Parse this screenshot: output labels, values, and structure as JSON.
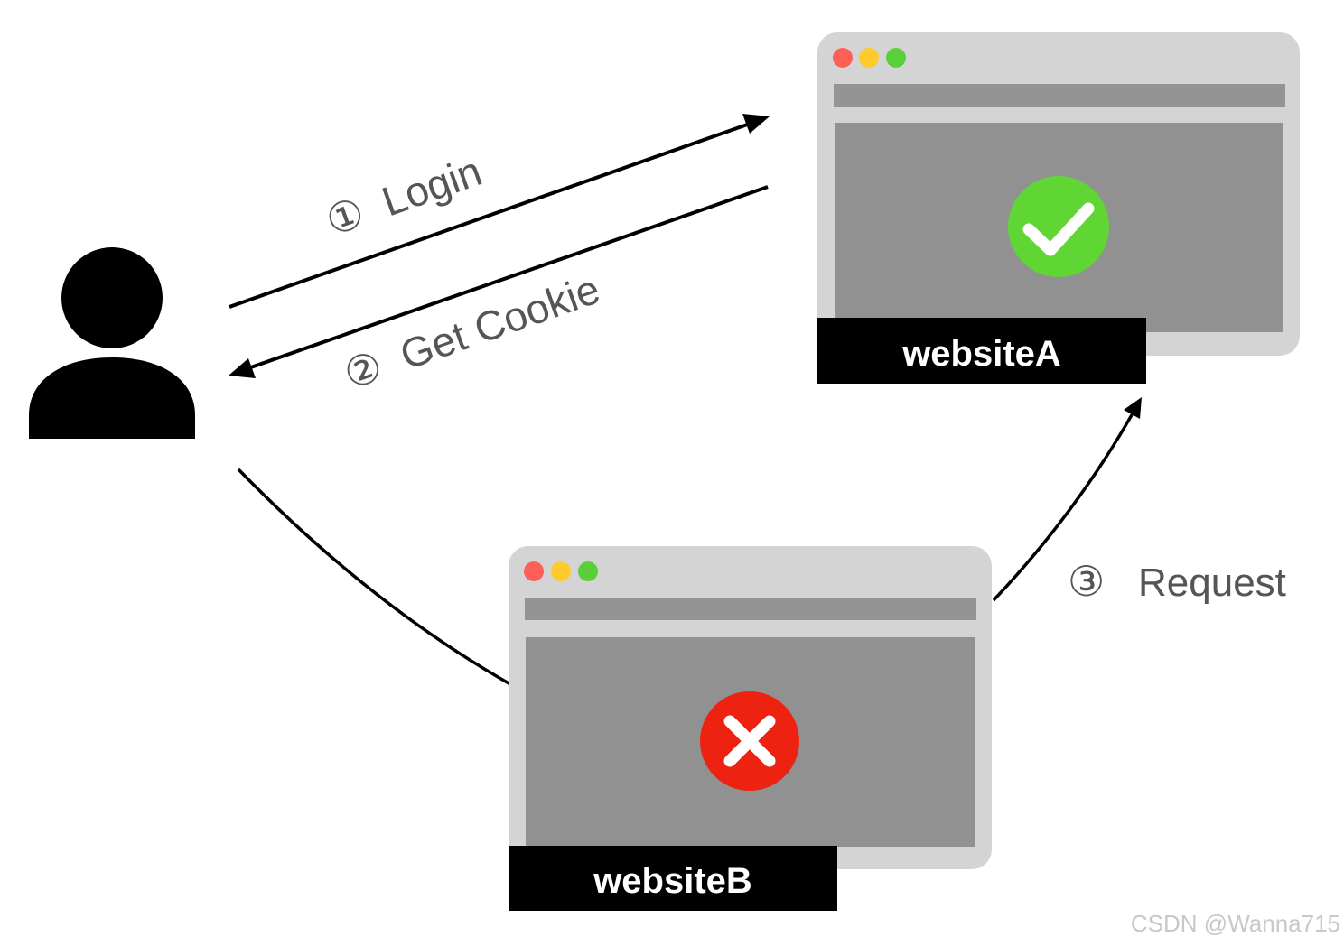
{
  "steps": {
    "login": {
      "num": "①",
      "text": "Login"
    },
    "cookie": {
      "num": "②",
      "text": "Get Cookie"
    },
    "request": {
      "num": "③",
      "text": "Request"
    }
  },
  "sites": {
    "a": {
      "label": "websiteA",
      "status": "success"
    },
    "b": {
      "label": "websiteB",
      "status": "failure"
    }
  },
  "watermark": "CSDN @Wanna715",
  "colors": {
    "window_frame": "#d4d4d4",
    "window_bar": "#949494",
    "window_body": "#919191",
    "dot_red": "#fe5f57",
    "dot_yellow": "#fdcb2e",
    "dot_green": "#5bcf3a",
    "success": "#5fd634",
    "failure": "#ee2211",
    "label_bg": "#000000",
    "arrow": "#000000",
    "step_text": "#555555"
  }
}
